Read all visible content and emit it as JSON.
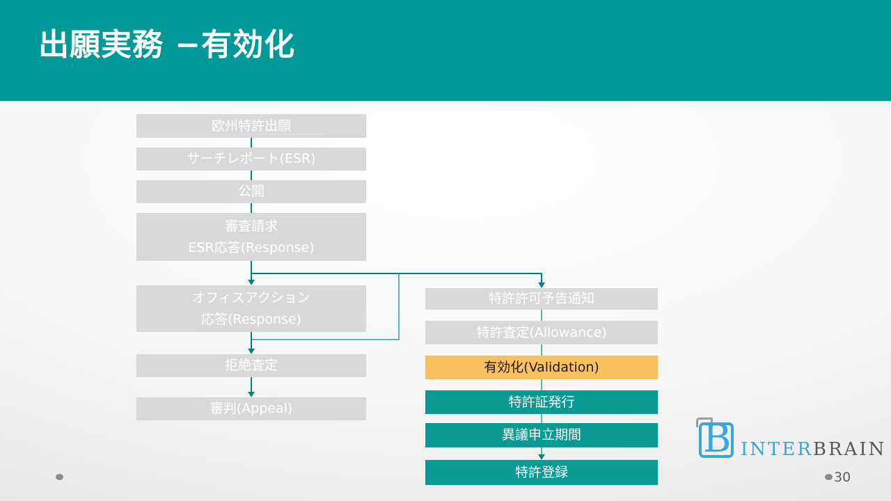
{
  "header": {
    "title": "出願実務 −有効化"
  },
  "flowchart": {
    "left": [
      {
        "label": "欧州特許出願"
      },
      {
        "label": "サーチレポート(ESR)"
      },
      {
        "label": "公開"
      },
      {
        "line1": "審査請求",
        "line2": "ESR応答(Response)"
      },
      {
        "line1": "オフィスアクション",
        "line2": "応答(Response)"
      },
      {
        "label": "拒絶査定"
      },
      {
        "label": "審判(Appeal)"
      }
    ],
    "right": [
      {
        "label": "特許許可予告通知"
      },
      {
        "label": "特許査定(Allowance)"
      },
      {
        "label": "有効化(Validation)"
      },
      {
        "label": "特許証発行"
      },
      {
        "label": "異議申立期間"
      },
      {
        "label": "特許登録"
      }
    ]
  },
  "logo": {
    "initial": "B",
    "word_primary": "INTER",
    "word_secondary": "BRAIN"
  },
  "footer": {
    "page_number": "30"
  },
  "colors": {
    "header_teal": "#009997",
    "box_gray": "#d9d9d9",
    "box_teal": "#089a94",
    "highlight_orange": "#fbc05e",
    "connector_dark": "#008480",
    "connector_light": "#5bb7b2",
    "logo_blue": "#39a7d8",
    "logo_dark_gray": "#58595b"
  }
}
